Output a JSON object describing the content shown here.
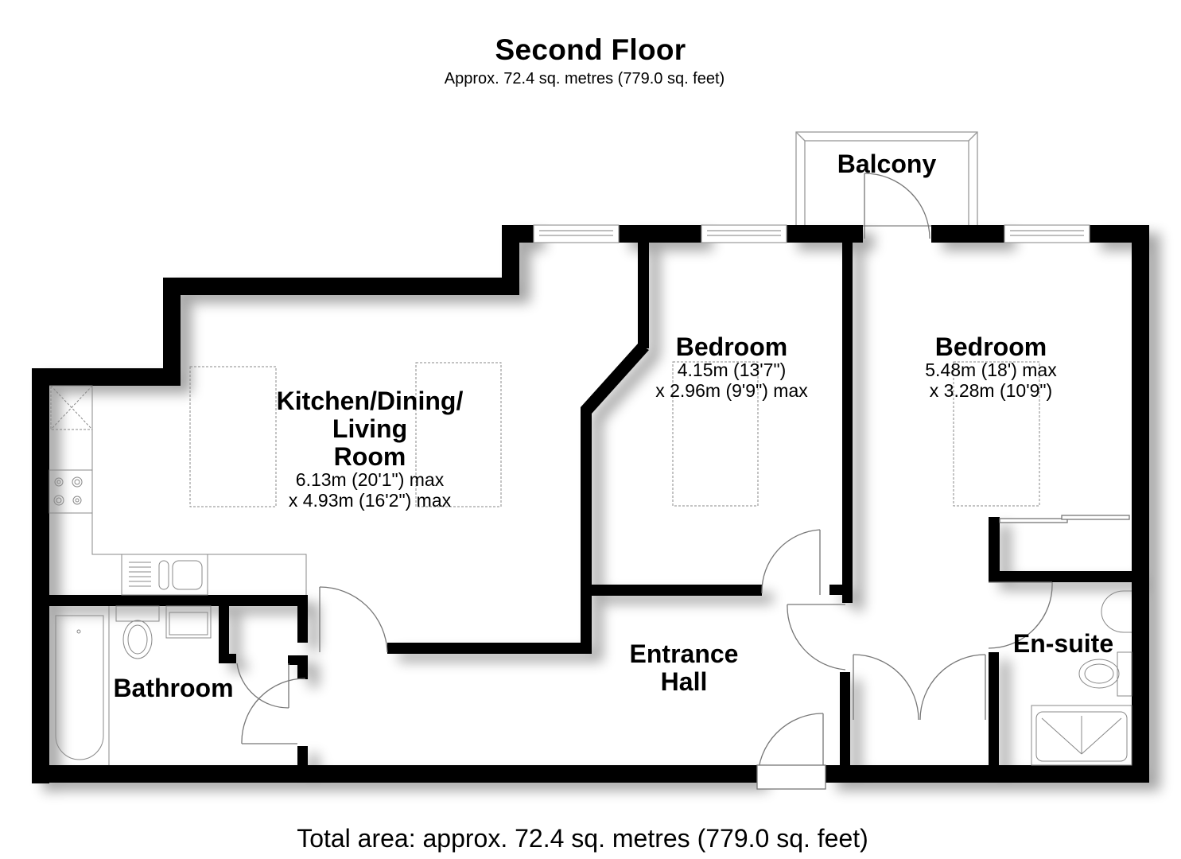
{
  "header": {
    "title": "Second Floor",
    "subtitle": "Approx. 72.4 sq. metres (779.0 sq. feet)"
  },
  "rooms": {
    "kitchen": {
      "name_line1": "Kitchen/Dining/",
      "name_line2": "Living",
      "name_line3": "Room",
      "dim1": "6.13m (20'1\") max",
      "dim2": "x 4.93m (16'2\") max"
    },
    "bedroom1": {
      "name": "Bedroom",
      "dim1": "4.15m (13'7\")",
      "dim2": "x 2.96m (9'9\") max"
    },
    "bedroom2": {
      "name": "Bedroom",
      "dim1": "5.48m (18') max",
      "dim2": "x 3.28m (10'9\")"
    },
    "balcony": {
      "name": "Balcony"
    },
    "entrance_hall": {
      "name_line1": "Entrance",
      "name_line2": "Hall"
    },
    "bathroom": {
      "name": "Bathroom"
    },
    "ensuite": {
      "name": "En-suite"
    }
  },
  "footer": {
    "total": "Total area: approx. 72.4 sq. metres (779.0 sq. feet)"
  },
  "colors": {
    "wall": "#000000",
    "fixture_line": "#888888",
    "background": "#ffffff"
  }
}
